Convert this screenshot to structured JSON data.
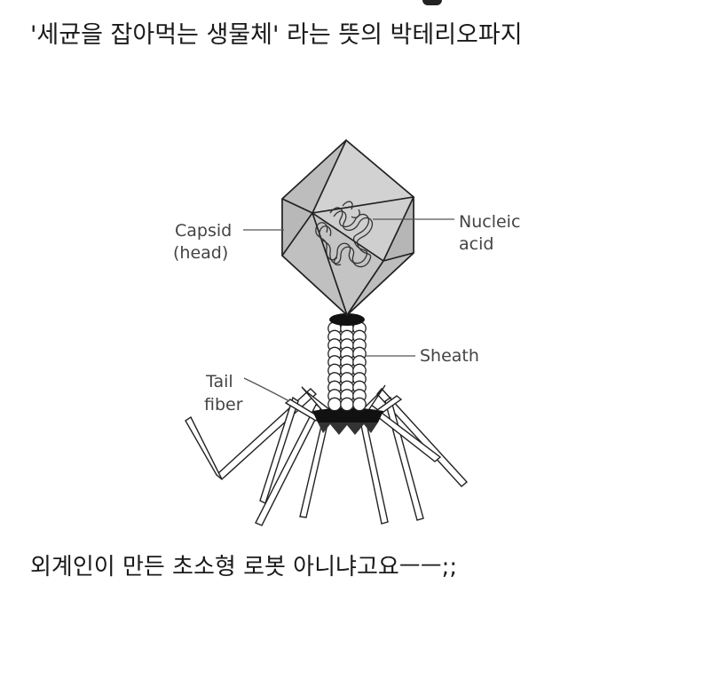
{
  "post": {
    "heading": "'세균을 잡아먹는 생물체' 라는 뜻의 박테리오파지",
    "caption": "외계인이 만든 초소형 로봇 아니냐고요ㅡㅡ;;"
  },
  "diagram": {
    "labels": {
      "capsid_line1": "Capsid",
      "capsid_line2": "(head)",
      "nucleic_line1": "Nucleic",
      "nucleic_line2": "acid",
      "sheath": "Sheath",
      "tail_line1": "Tail",
      "tail_line2": "fiber"
    },
    "colors": {
      "capsid_fill": "#c8c8c8",
      "outline": "#222222",
      "collar": "#111111"
    }
  }
}
